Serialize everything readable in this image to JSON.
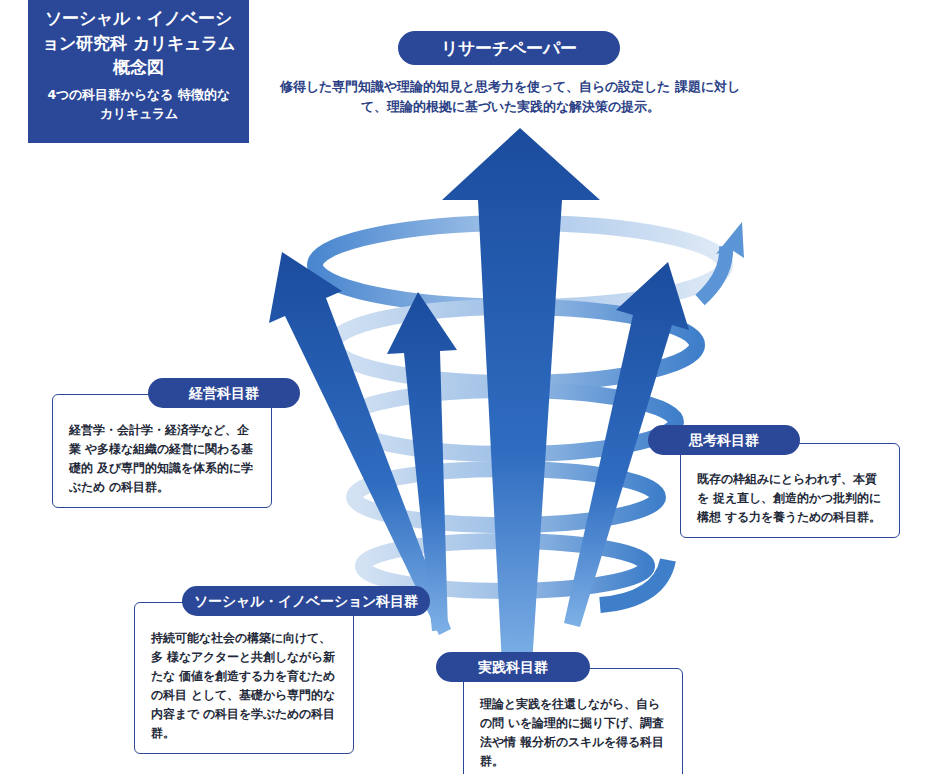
{
  "diagram": {
    "title": "ソーシャル・イノベーション研究科 カリキュラム概念図",
    "nodes": [
      {
        "text": [
          "リサーチペーパー",
          "修得した専門知識や理論的知見と思考力を使って、自らの設定した 課題に対して、理論的根拠に基づいた実践的な解決策の提示。"
        ]
      },
      {
        "text": [
          "経営科目群",
          "経営学・会計学・経済学など、企業 や多様な組織の経営に関わる基礎的 及び専門的知識を体系的に学ぶため の科目群。"
        ]
      },
      {
        "text": [
          "思考科目群",
          "既存の枠組みにとらわれず、本質を 捉え直し、創造的かつ批判的に構想 する力を養うための科目群。"
        ]
      },
      {
        "text": [
          "ソーシャル・イノベーション科目群",
          "持続可能な社会の構築に向けて、多 様なアクターと共創しながら新たな 価値を創造する力を育むための科目 として、基礎から専門的な内容まで の科目を学ぶための科目群。"
        ]
      },
      {
        "text": [
          "実践科目群",
          "理論と実践を往還しながら、自らの問 いを論理的に掘り下げ、調査法や情 報分析のスキルを得る科目群。"
        ]
      }
    ],
    "labels": [
      "4つの科目群からなる 特徴的なカリキュラム"
    ]
  }
}
